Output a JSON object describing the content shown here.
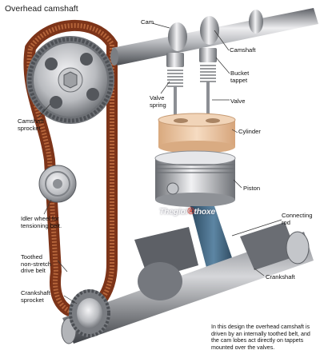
{
  "diagram": {
    "title": "Overhead camshaft",
    "labels": {
      "cam": "Cam",
      "camshaft": "Camshaft",
      "bucket_tappet": "Bucket\ntappet",
      "valve_spring": "Valve\nspring",
      "valve": "Valve",
      "cylinder": "Cylinder",
      "camshaft_sprocket": "Camshaft\nsprocket",
      "piston": "Piston",
      "idler_wheel": "Idler wheel for\ntensioning belt.",
      "connecting_rod": "Connecting\nrod",
      "toothed_belt": "Toothed\nnon-stretch\ndrive belt",
      "crankshaft": "Crankshaft",
      "crankshaft_sprocket": "Crankshaft\nsprocket"
    },
    "watermark": {
      "text_a": "Thegioi",
      "text_b": "thoxe"
    },
    "caption": "In this design the overhead camshaft is driven by an internally toothed belt, and the cam lobes act directly on tappets mounted over the valves."
  },
  "colors": {
    "belt": "#8a3a1e",
    "belt_teeth": "#b5653a",
    "metal_light": "#e8e8ea",
    "metal_mid": "#a7a9ad",
    "metal_dark": "#55585e",
    "cylinder_tan": "#ecc8a4",
    "rod_blue": "#3b5f7a",
    "leader": "#333333"
  }
}
